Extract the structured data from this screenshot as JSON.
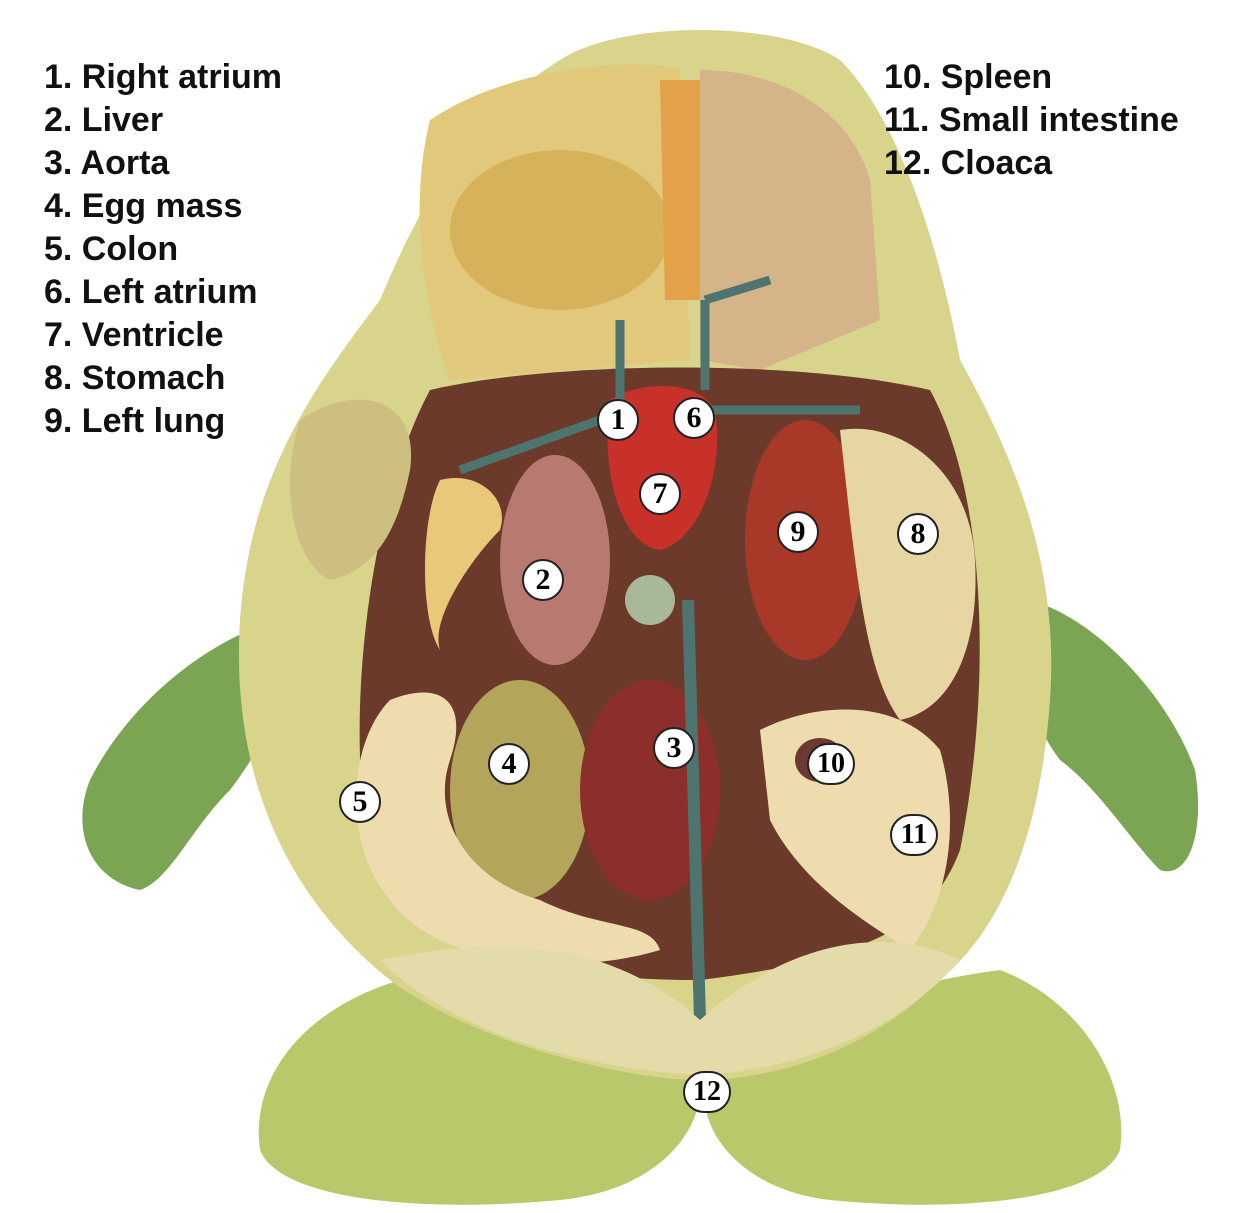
{
  "title": "Frog internal anatomy",
  "legend": [
    {
      "number": "1",
      "label": "1. Right atrium"
    },
    {
      "number": "2",
      "label": "2. Liver"
    },
    {
      "number": "3",
      "label": "3. Aorta"
    },
    {
      "number": "4",
      "label": "4. Egg mass"
    },
    {
      "number": "5",
      "label": "5. Colon"
    },
    {
      "number": "6",
      "label": "6. Left atrium"
    },
    {
      "number": "7",
      "label": "7. Ventricle"
    },
    {
      "number": "8",
      "label": "8. Stomach"
    },
    {
      "number": "9",
      "label": "9. Left lung"
    },
    {
      "number": "10",
      "label": "10. Spleen"
    },
    {
      "number": "11",
      "label": "11. Small intestine"
    },
    {
      "number": "12",
      "label": "12. Cloaca"
    }
  ],
  "colors": {
    "skin": "#d9d48c",
    "legs": "#7ba552",
    "organ_red": "#b8332a",
    "vessel": "#4e7470",
    "intestine": "#eedcae",
    "eggs": "#b3a65a"
  }
}
